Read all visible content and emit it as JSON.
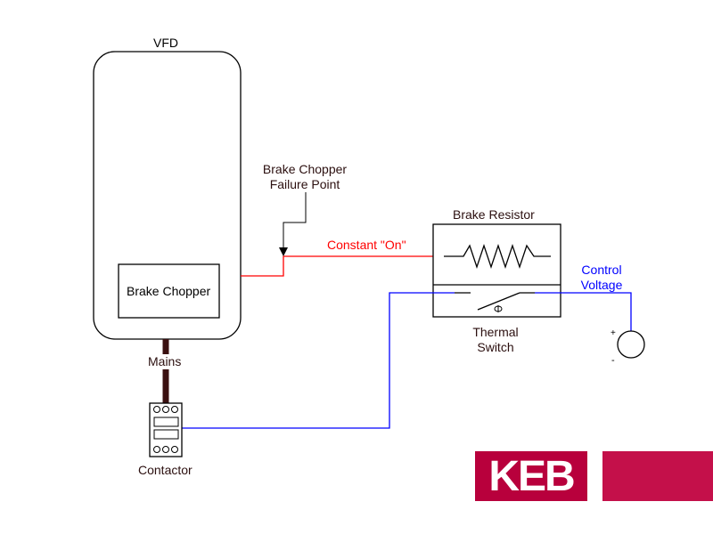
{
  "vfd": {
    "title": "VFD"
  },
  "chopper": {
    "label": "Brake Chopper"
  },
  "failure": {
    "line1": "Brake Chopper",
    "line2": "Failure Point"
  },
  "constant_on": {
    "label": "Constant \"On\""
  },
  "resistor": {
    "title": "Brake Resistor"
  },
  "thermal": {
    "line1": "Thermal",
    "line2": "Switch"
  },
  "control": {
    "line1": "Control",
    "line2": "Voltage"
  },
  "source": {
    "plus": "+",
    "minus": "-"
  },
  "mains": {
    "label": "Mains"
  },
  "contactor": {
    "label": "Contactor"
  },
  "logo": {
    "text": "KEB"
  },
  "colors": {
    "outline": "#000000",
    "label_dark": "#2b0f0f",
    "constant_on_wire": "#ff0000",
    "control_wire": "#0000ff",
    "mains_wire": "#3a1010",
    "brand": "#b8003c"
  }
}
